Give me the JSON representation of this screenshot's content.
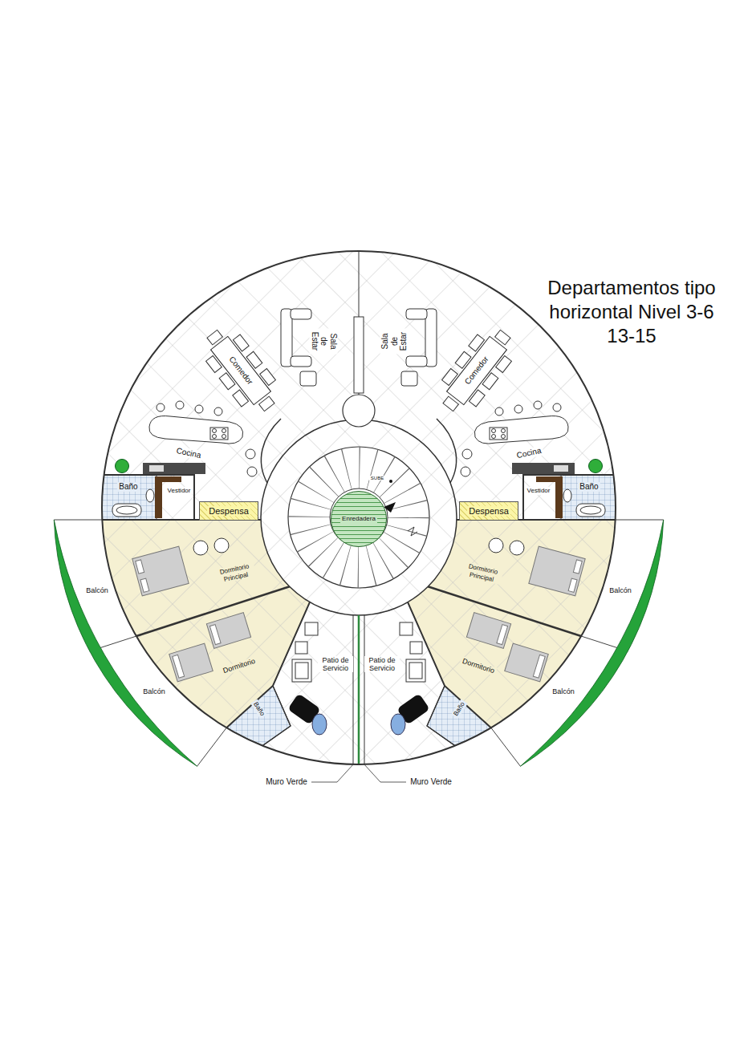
{
  "diagram": {
    "title": "Departamentos tipo horizontal Nivel 3-6  13-15",
    "nodes": [
      {
        "text": [
          "Comedor"
        ]
      },
      {
        "text": [
          "Comedor"
        ]
      },
      {
        "text": [
          "Baño"
        ]
      },
      {
        "text": [
          "Vestidor"
        ]
      },
      {
        "text": [
          "Despensa"
        ]
      },
      {
        "text": [
          "Enredadera"
        ]
      },
      {
        "text": [
          "Despensa"
        ]
      },
      {
        "text": [
          "Vestidor"
        ]
      },
      {
        "text": [
          "Baño"
        ]
      },
      {
        "text": [
          "Dormitorio Principal"
        ]
      },
      {
        "text": [
          "Dormitorio Principal"
        ]
      },
      {
        "text": [
          "Balcón"
        ]
      },
      {
        "text": [
          "Balcón"
        ]
      },
      {
        "text": [
          "Dormitorio"
        ]
      },
      {
        "text": [
          "Dormitorio"
        ]
      },
      {
        "text": [
          "Patio de Servicio"
        ]
      },
      {
        "text": [
          "Patio de Servicio"
        ]
      },
      {
        "text": [
          "Balcón"
        ]
      },
      {
        "text": [
          "Balcón"
        ]
      },
      {
        "text": [
          "Baño"
        ]
      },
      {
        "text": [
          "Baño"
        ]
      }
    ],
    "labels": [
      "Sala de Estar",
      "Sala de Estar",
      "Cocina",
      "Cocina",
      "SUBE",
      "Muro Verde",
      "Muro Verde"
    ]
  }
}
